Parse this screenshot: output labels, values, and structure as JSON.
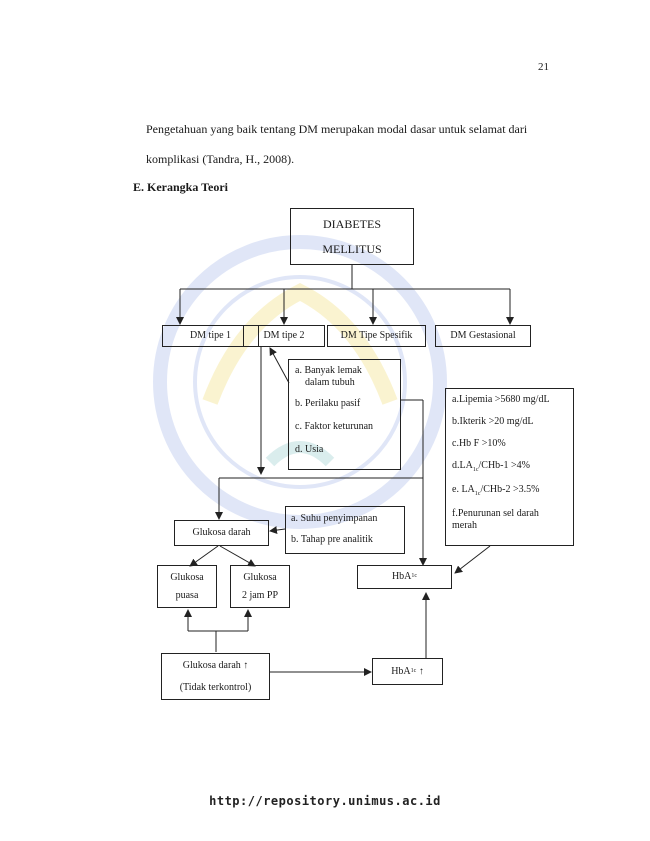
{
  "page_number": "21",
  "paragraph": {
    "line1": "Pengetahuan yang baik tentang DM merupakan modal dasar untuk selamat dari",
    "line2": "komplikasi (Tandra, H., 2008)."
  },
  "section_heading": "E. Kerangka Teori",
  "diagram": {
    "root": {
      "line1": "DIABETES",
      "line2": "MELLITUS"
    },
    "types": [
      "DM tipe 1",
      "DM tipe 2",
      "DM Tipe Spesifik",
      "DM Gestasional"
    ],
    "risk_factors": [
      "a. Banyak lemak",
      "dalam tubuh",
      "b. Perilaku pasif",
      "c. Faktor keturunan",
      "d.  Usia"
    ],
    "hba1c_factors": [
      "a.Lipemia >5680 mg/dL",
      "b.Ikterik >20 mg/dL",
      "c.Hb F >10%",
      "d.LA",
      "/CHb-1 >4%",
      "e. LA",
      "/CHb-2 >3.5%",
      "f.Penurunan  sel  darah",
      "merah"
    ],
    "subscript_1c": "1c",
    "glukosa_darah": "Glukosa darah",
    "pre_analitik": [
      "a. Suhu penyimpanan",
      "b. Tahap pre analitik"
    ],
    "glukosa_puasa": {
      "line1": "Glukosa",
      "line2": "puasa"
    },
    "glukosa_2jam": {
      "line1": "Glukosa",
      "line2": "2 jam PP"
    },
    "hba1c_label": "HbA",
    "glukosa_tinggi": {
      "line1": "Glukosa darah  ↑",
      "line2": "(Tidak terkontrol)"
    },
    "hba1c_tinggi": {
      "label": "HbA",
      "arrow": "↑"
    }
  },
  "footer": "http://repository.unimus.ac.id"
}
